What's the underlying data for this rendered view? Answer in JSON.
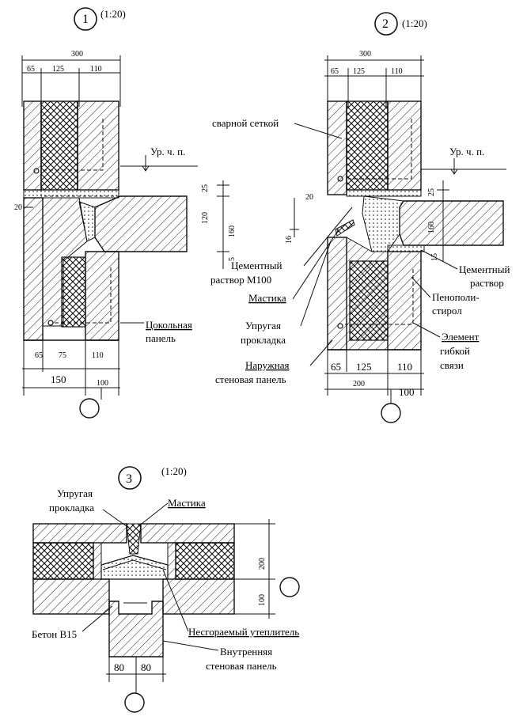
{
  "details": [
    {
      "number": "1",
      "scale": "(1:20)",
      "dims_top": [
        "300",
        "65",
        "125",
        "110"
      ],
      "dims_bottom": [
        "65",
        "75",
        "110",
        "150",
        "100"
      ],
      "dims_side": [
        "25",
        "120",
        "160",
        "5",
        "20"
      ],
      "level_label": "Ур. ч. п.",
      "labels": [
        "Цокольная",
        "панель"
      ]
    },
    {
      "number": "2",
      "scale": "(1:20)",
      "dims_top": [
        "300",
        "65",
        "125",
        "110"
      ],
      "dims_bottom": [
        "65",
        "125",
        "110",
        "200",
        "100"
      ],
      "dims_side": [
        "25",
        "160",
        "16",
        "15",
        "20"
      ],
      "level_label": "Ур. ч. п.",
      "labels_left": [
        "сварной сеткой",
        "Цементный",
        "раствор М100",
        "Мастика",
        "Упругая",
        "прокладка",
        "Наружная",
        "стеновая панель"
      ],
      "labels_right": [
        "Цементный",
        "раствор",
        "Пенополи-",
        "стирол",
        "Элемент",
        "гибкой",
        "связи"
      ]
    },
    {
      "number": "3",
      "scale": "(1:20)",
      "dims_side": [
        "200",
        "100"
      ],
      "dims_bottom": [
        "80",
        "80"
      ],
      "labels": [
        "Упругая",
        "прокладка",
        "Мастика",
        "Бетон В15",
        "Несгораемый утеплитель",
        "Внутренняя",
        "стеновая панель"
      ]
    }
  ]
}
